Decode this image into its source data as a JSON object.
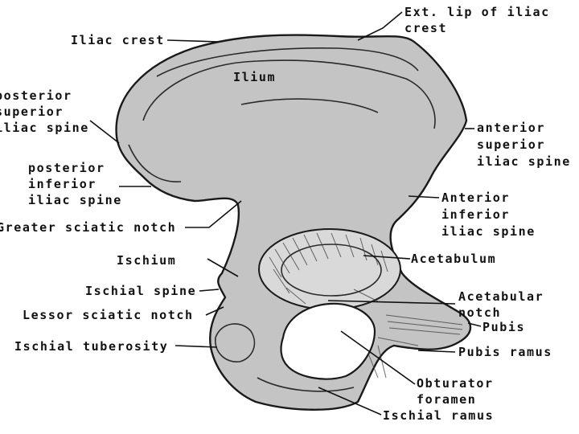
{
  "labels": {
    "ext_lip_line1": "Ext. lip of iliac",
    "ext_lip_line2": "crest",
    "iliac_crest": "Iliac crest",
    "ilium": "Ilium",
    "psis_line1": "posterior",
    "psis_line2": "superior",
    "psis_line3": "iliac spine",
    "asis_line1": "anterior",
    "asis_line2": "superior",
    "asis_line3": "iliac spine",
    "piis_line1": "posterior",
    "piis_line2": "inferior",
    "piis_line3": "iliac spine",
    "aiis_line1": "Anterior",
    "aiis_line2": "inferior",
    "aiis_line3": "iliac spine",
    "greater_sciatic_notch": "Greater sciatic notch",
    "ischium": "Ischium",
    "acetabulum": "Acetabulum",
    "ischial_spine": "Ischial spine",
    "acetabular_notch_line1": "Acetabular",
    "acetabular_notch_line2": "notch",
    "lesser_sciatic_notch": "Lessor sciatic notch",
    "pubis": "Pubis",
    "ischial_tuberosity": "Ischial tuberosity",
    "pubis_ramus": "Pubis ramus",
    "obturator_line1": "Obturator",
    "obturator_line2": "foramen",
    "ischial_ramus": "Ischial ramus"
  },
  "colors": {
    "bone_fill": "#c4c4c4",
    "outline": "#1a1a1a",
    "text": "#111111",
    "background": "#ffffff"
  }
}
